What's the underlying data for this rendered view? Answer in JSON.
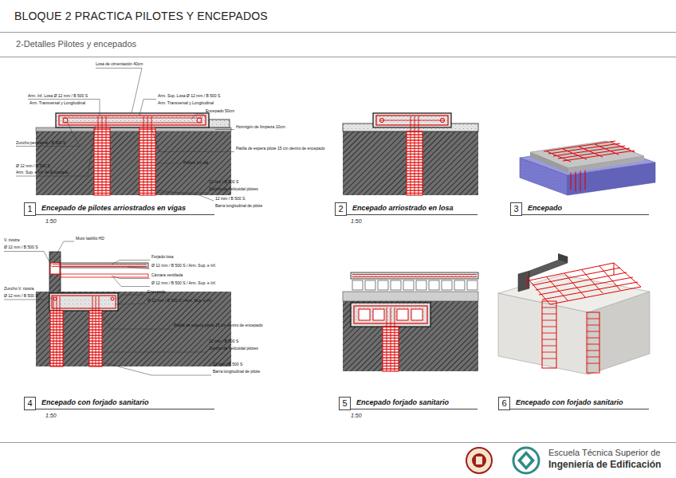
{
  "diagram": {
    "title": "BLOQUE 2 PRACTICA PILOTES Y ENCEPADOS",
    "nodes": [
      {
        "text": [
          "1",
          "Encepado de pilotes arriostrados en vigas"
        ]
      },
      {
        "text": [
          "2",
          "Encepado arriostrado en losa"
        ]
      },
      {
        "text": [
          "3",
          "Encepado"
        ]
      },
      {
        "text": [
          "4",
          "Encepado con forjado sanitario"
        ]
      },
      {
        "text": [
          "5",
          "Encepado forjado sanitario"
        ]
      },
      {
        "text": [
          "6",
          "Encepado  con forjado sanitario"
        ]
      }
    ],
    "labels": [
      "2-Detalles Pilotes y encepados",
      "Losa de cimentación 40cm",
      "Arm. Inf. Losa Ø 12 mm / B 500 S",
      "Arm. Transversal y Longitudinal",
      "Arm. Sup. Losa Ø 12 mm / B 500 S",
      "Arm. Transversal y Longitudinal",
      "Encepado 50cm",
      "Hormigón de limpieza 10cm",
      "Zuncho perimetral / B 500 S",
      "Patilla de espera pilote 15 cm dentro de encepado",
      "Ø 12 mm / B 500 S",
      "Arm. Sup. e Inf. de Encepado",
      "Pilotes 1m diá",
      "12 mm / B 500 S",
      "Zuncho de helicoidal pilotes",
      "12 mm / B 500 S",
      "Barra longitudinal de pilote",
      "1:50",
      "1:50",
      "V. riostra",
      "Ø 12 mm / B 500 S",
      "Muro ladrillo HD",
      "Forjado losa",
      "Ø 12 mm / B 500 S / Arm. Sup. e Inf.",
      "Cámara ventilada",
      "Ø 12 mm / B 500 S / Arm. Sup. e Inf.",
      "Zuncho V. riostra",
      "Ø 12 mm / B 500 S",
      "Encepado",
      "Ø 12 mm / B 500 S / Arm. Sup. e Inf.",
      "Patilla de espera pilote 15 cm dentro de encepado",
      "12 mm / B 500 S",
      "Zuncho de helicoidal pilotes",
      "12 mm / B 500 S",
      "Barra longitudinal de pilote",
      "1:50",
      "1:50",
      "Escuela Técnica Superior de",
      "Ingeniería de Edificación"
    ]
  }
}
